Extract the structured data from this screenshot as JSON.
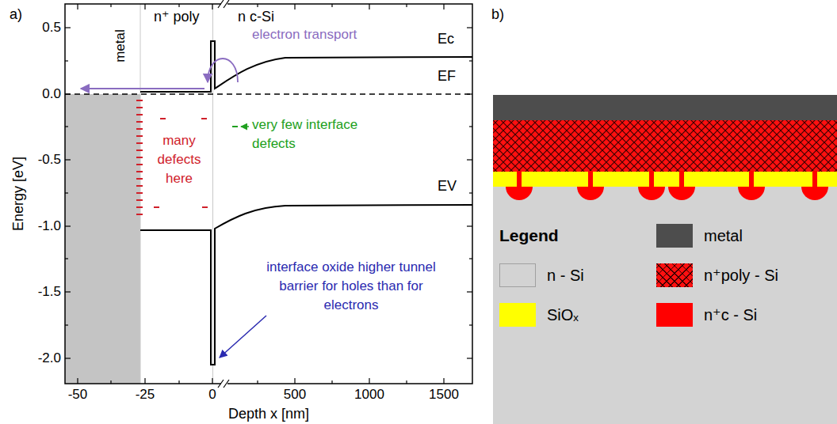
{
  "diagram": {
    "labels": [
      "a)",
      "Energy [eV]",
      "0.5",
      "0.0",
      "-0.5",
      "-1.0",
      "-1.5",
      "-2.0",
      "-50",
      "-25",
      "0",
      "500",
      "1000",
      "1500",
      "Depth x [nm]",
      "metal",
      "n⁺ poly",
      "n c-Si",
      "electron transport",
      "Ec",
      "EF",
      "EV",
      "many defects here",
      "very few interface defects",
      "interface oxide higher tunnel barrier for holes than for electrons",
      "b)",
      "Legend"
    ],
    "legend": [
      {
        "text": "metal",
        "color": "#4d4d4d"
      },
      {
        "text": "n - Si",
        "color": "#d3d3d3"
      },
      {
        "text": "n⁺poly - Si"
      },
      {
        "text": "SiOₓ",
        "color": "#ffff00"
      },
      {
        "text": "n⁺c - Si",
        "color": "#ff0000"
      }
    ]
  }
}
